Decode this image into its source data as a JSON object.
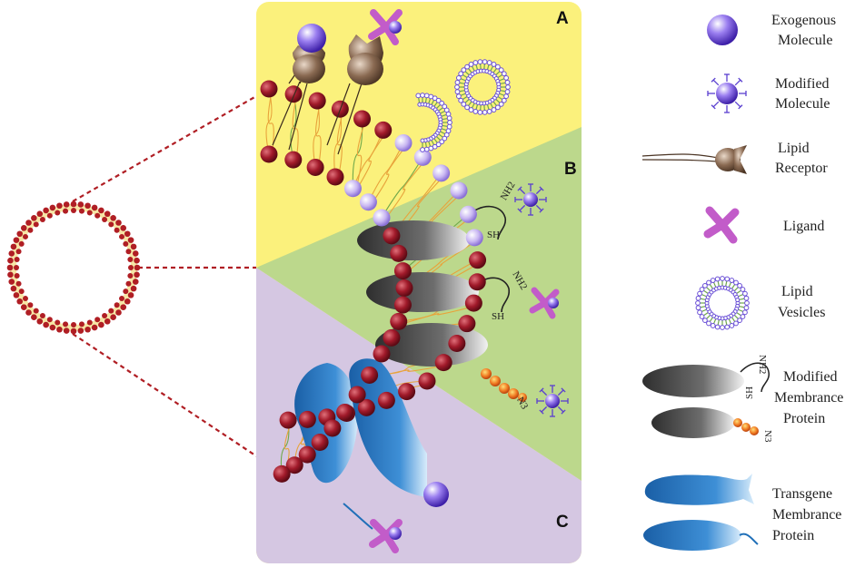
{
  "panels": {
    "a": "A",
    "b": "B",
    "c": "C"
  },
  "chem": {
    "nh2": "NH2",
    "sh": "SH",
    "n3": "N3"
  },
  "legend": [
    {
      "id": "exogenous",
      "line1": "Exogenous",
      "line2": "Molecule",
      "line3": ""
    },
    {
      "id": "modified",
      "line1": "Modified",
      "line2": "Molecule",
      "line3": ""
    },
    {
      "id": "receptor",
      "line1": "Lipid",
      "line2": "Receptor",
      "line3": ""
    },
    {
      "id": "ligand",
      "line1": "Ligand",
      "line2": "",
      "line3": ""
    },
    {
      "id": "vesicles",
      "line1": "Lipid",
      "line2": "Vesicles",
      "line3": ""
    },
    {
      "id": "modprotein",
      "line1": "Modified",
      "line2": "Membrance",
      "line3": "Protein"
    },
    {
      "id": "transgene",
      "line1": "Transgene",
      "line2": "Membrance",
      "line3": "Protein"
    }
  ],
  "colors": {
    "zone_a": "#fbf17c",
    "zone_b": "#bcd88c",
    "zone_c": "#d5c7e2",
    "lipid_head": "#a11a2a",
    "tail": "#e8a33b",
    "tail_alt": "#6fa84a",
    "exogenous": "#7b5be0",
    "ligand": "#c25cc9",
    "receptor": "#8a6a52",
    "protein_grey": "#3d3d3d",
    "protein_blue": "#1f6fb8",
    "outline_dash": "#b01e24"
  }
}
